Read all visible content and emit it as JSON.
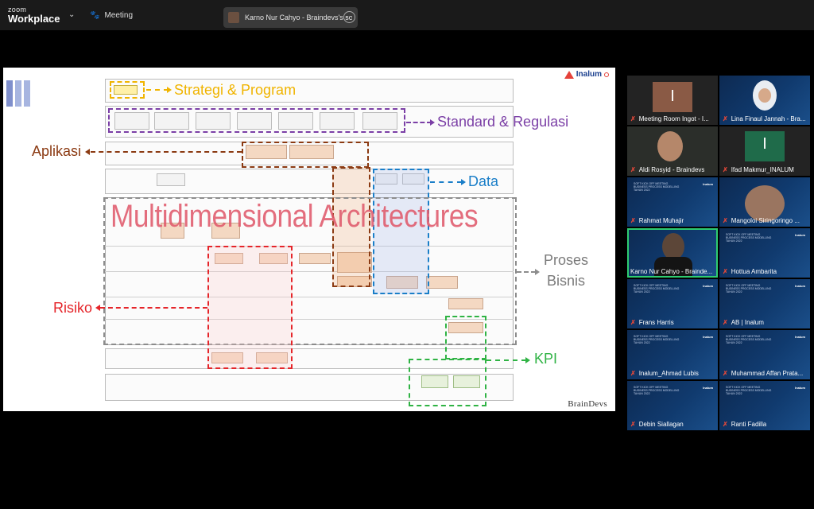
{
  "app": {
    "brand_line1": "zoom",
    "brand_line2": "Workplace",
    "meeting_label": "Meeting"
  },
  "share": {
    "label": "Karno Nur Cahyo - Braindevs's sc",
    "more_glyph": "···"
  },
  "slide": {
    "logo": "Inalum",
    "footer": "BrainDevs",
    "title": "Multidimensional Architectures",
    "labels": {
      "strategi": "Strategi & Program",
      "standard": "Standard & Regulasi",
      "aplikasi": "Aplikasi",
      "data": "Data",
      "proses1": "Proses",
      "proses2": "Bisnis",
      "risiko": "Risiko",
      "kpi": "KPI"
    },
    "colors": {
      "strategi": "#f0b400",
      "standard": "#7b3fa6",
      "aplikasi": "#8b3a12",
      "data": "#1a7ec8",
      "proses": "#8c8c8c",
      "risiko": "#e5252a",
      "kpi": "#2fb344",
      "title": "#e05a6c"
    }
  },
  "participants": [
    {
      "name": "Meeting Room Ingot - I...",
      "type": "letter",
      "letter": "I",
      "muted": true
    },
    {
      "name": "Lina Finaul Jannah - Bra...",
      "type": "video",
      "muted": true
    },
    {
      "name": "Aldi Rosyid - Braindevs",
      "type": "video",
      "muted": true
    },
    {
      "name": "Ifad Makmur_INALUM",
      "type": "letter",
      "letter": "I",
      "muted": true
    },
    {
      "name": "Rahmat Muhajir",
      "type": "slide",
      "muted": true
    },
    {
      "name": "Mangoloi Siringoringo ...",
      "type": "video",
      "muted": true
    },
    {
      "name": "Karno Nur Cahyo - Brainde...",
      "type": "video",
      "muted": false,
      "active": true
    },
    {
      "name": "Hottua Ambarita",
      "type": "slide",
      "muted": true
    },
    {
      "name": "Frans Harris",
      "type": "slide",
      "muted": true
    },
    {
      "name": "AB | Inalum",
      "type": "slide",
      "muted": true
    },
    {
      "name": "Inalum_Ahmad Lubis",
      "type": "slide",
      "muted": true
    },
    {
      "name": "Muhammad Affan Prata...",
      "type": "slide",
      "muted": true
    },
    {
      "name": "Debin Siallagan",
      "type": "slide",
      "muted": true
    },
    {
      "name": "Ranti Fadilla",
      "type": "slide",
      "muted": true
    }
  ]
}
